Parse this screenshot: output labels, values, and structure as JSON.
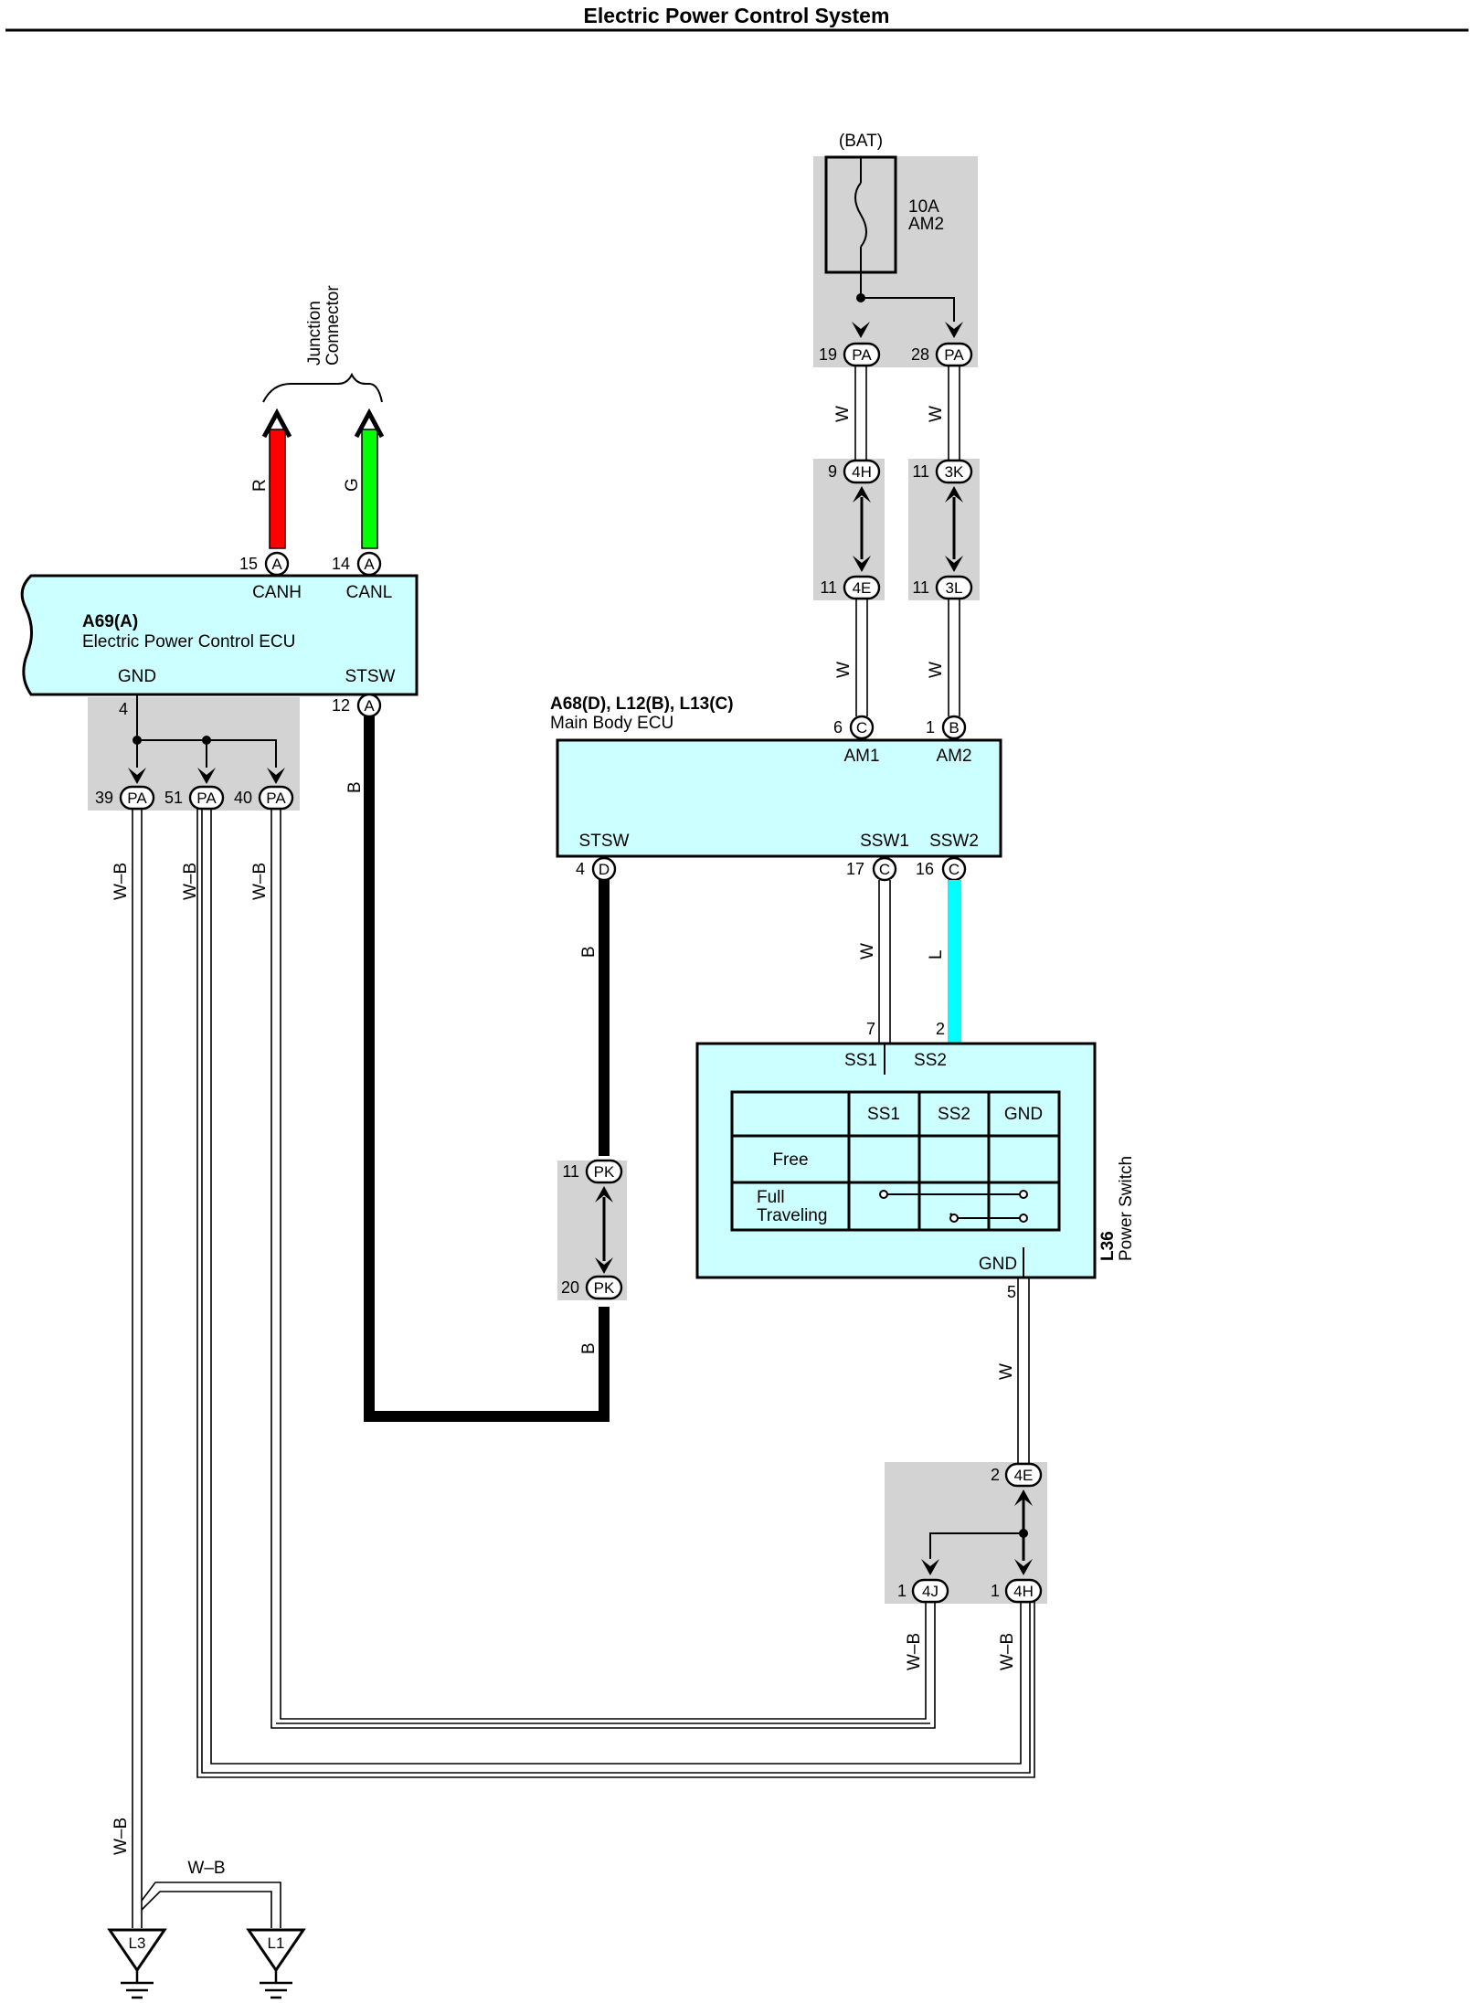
{
  "title": "Electric Power Control System",
  "colors": {
    "ecu_fill": "#ccffff",
    "splice_gray": "#d3d3d3",
    "can_high": "#ff0000",
    "can_low": "#00ff00",
    "wire_L": "#00ffff"
  },
  "junction": {
    "label_line1": "Junction",
    "label_line2": "Connector",
    "wire_R": "R",
    "wire_G": "G"
  },
  "ecu_a69": {
    "code": "A69(A)",
    "name": "Electric Power Control ECU",
    "canh": "CANH",
    "canl": "CANL",
    "gnd": "GND",
    "stsw": "STSW",
    "pin_canh": "15",
    "pin_canl": "14",
    "pin_gnd": "4",
    "pin_stsw": "12",
    "conn": "A"
  },
  "gnd_junction": {
    "pins": [
      "39",
      "51",
      "40"
    ],
    "conn": "PA",
    "wires": [
      "W–B",
      "W–B",
      "W–B"
    ]
  },
  "stsw_wire": {
    "color1": "B",
    "color2": "B",
    "color3": "B"
  },
  "pk_junction": {
    "pin_top": "11",
    "pin_bottom": "20",
    "conn": "PK"
  },
  "bat": {
    "label": "(BAT)",
    "fuse_amp": "10A",
    "fuse_name": "AM2",
    "pin_left": "19",
    "pin_right": "28",
    "conn": "PA",
    "wire_left": "W",
    "wire_right": "W"
  },
  "jb_4h4e": {
    "pin_top": "9",
    "conn_top": "4H",
    "pin_bottom": "11",
    "conn_bottom": "4E"
  },
  "jb_3k3l": {
    "pin_top": "11",
    "conn_top": "3K",
    "pin_bottom": "11",
    "conn_bottom": "3L"
  },
  "wires_to_ecu": {
    "left": "W",
    "right": "W"
  },
  "main_body_ecu": {
    "code": "A68(D), L12(B), L13(C)",
    "name": "Main Body ECU",
    "am1": "AM1",
    "am2": "AM2",
    "stsw": "STSW",
    "ssw1": "SSW1",
    "ssw2": "SSW2",
    "pin_am1": "6",
    "conn_am1": "C",
    "pin_am2": "1",
    "conn_am2": "B",
    "pin_stsw": "4",
    "conn_stsw": "D",
    "pin_ssw1": "17",
    "conn_ssw1": "C",
    "pin_ssw2": "16",
    "conn_ssw2": "C"
  },
  "ssw_wires": {
    "ssw1": "W",
    "ssw2": "L"
  },
  "power_switch": {
    "code": "L36",
    "name": "Power Switch",
    "ss1": "SS1",
    "ss2": "SS2",
    "gnd": "GND",
    "pin_ss1": "7",
    "pin_ss2": "2",
    "pin_gnd": "5",
    "table": {
      "headers": [
        "SS1",
        "SS2",
        "GND"
      ],
      "rows": [
        "Free",
        "Full\nTraveling"
      ],
      "row2_line1": "Full",
      "row2_line2": "Traveling"
    }
  },
  "ps_gnd_wire": "W",
  "jb_4e_4j_4h": {
    "pin_top": "2",
    "conn_top": "4E",
    "pin_left": "1",
    "conn_left": "4J",
    "pin_right": "1",
    "conn_right": "4H",
    "wire_left": "W–B",
    "wire_right": "W–B"
  },
  "grounds": {
    "wire_main": "W–B",
    "wire_branch": "W–B",
    "g1": "L3",
    "g2": "L1"
  }
}
